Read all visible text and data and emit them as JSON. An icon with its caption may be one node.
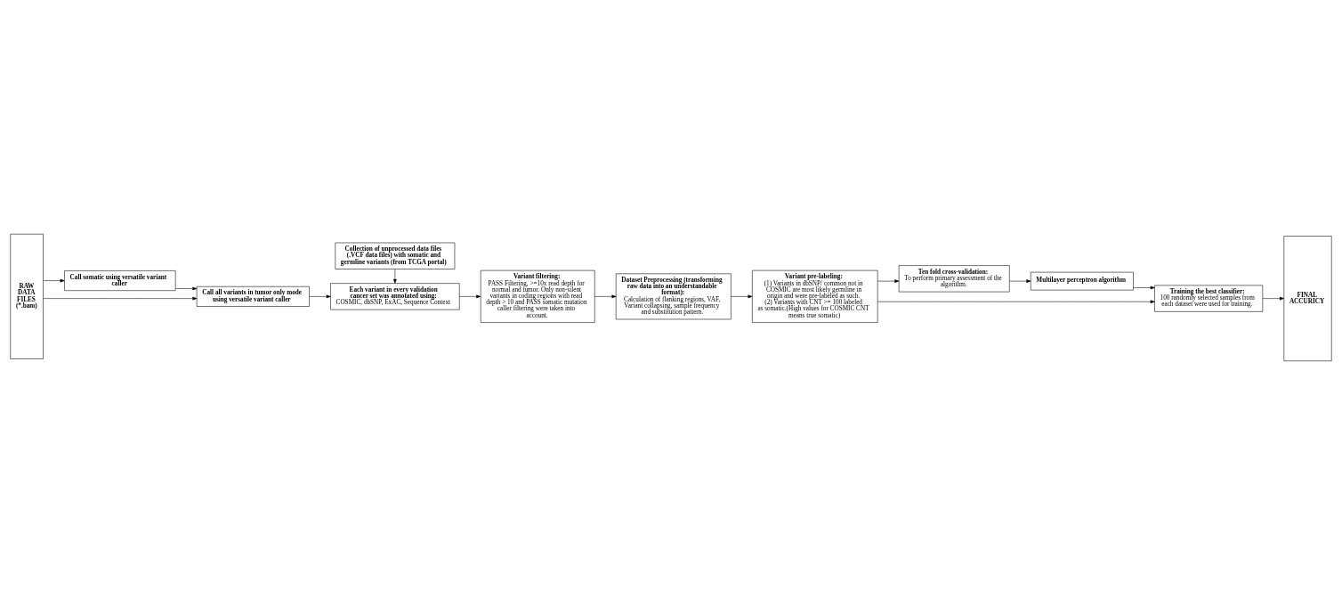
{
  "diagram": {
    "nodes": [
      {
        "text": [
          "RAW DATA FILES (*.bam)"
        ]
      },
      {
        "text": [
          "Collection of unprocessed data files (.VCF data files) with somatic and germline variants (from TCGA portal)"
        ]
      },
      {
        "text": [
          "Each variant in every validation cancer set was annotated using:",
          "COSMIC, dbSNP, ExAC, Sequence Context"
        ]
      },
      {
        "text": [
          "Variant filtering:",
          "PASS Filtering, >=10x read depth for normal and tumor. Only non-silent variants in coding regions with read depth > 10 and PASS somatic mutation caller filtering were taken into account."
        ]
      },
      {
        "text": [
          "Dataset Preprocessing (transforming raw data into an understandable format):",
          "Calculation of flanking regions, VAF, Variant collapsing, sample frequency and substitution pattern."
        ]
      },
      {
        "text": [
          "Variant pre-labeling:",
          "(1) Variants in dbSNP/ common not in COSMIC are most likely germline in origin and were pre-labeled as such. (2) Variants with CNT >= 100 labeled as somatic.(High values for COSMIC CNT means true somatic)"
        ]
      },
      {
        "text": [
          "Call somatic using versatile variant caller"
        ]
      },
      {
        "text": [
          "Ten fold cross-validation:",
          "To perform primary assessment of the algorithm."
        ]
      },
      {
        "text": [
          "Call all variants in tumor only mode using versatile variant caller"
        ]
      },
      {
        "text": [
          "Multilayer perceptron algorithm"
        ]
      },
      {
        "text": [
          "Training the best classifier:",
          "100 randomly selected samples from each dataset were used for training."
        ]
      },
      {
        "text": [
          "FINAL ACCURICY"
        ]
      }
    ],
    "edges": [
      {
        "from": 1,
        "to": 2,
        "arrow": "to"
      },
      {
        "from": 8,
        "to": 2,
        "arrow": "to"
      },
      {
        "from": 0,
        "to": 6,
        "arrow": "to"
      },
      {
        "from": 0,
        "to": 8,
        "arrow": "to"
      },
      {
        "from": 2,
        "to": 3,
        "arrow": "to"
      },
      {
        "from": 3,
        "to": 4,
        "arrow": "to"
      },
      {
        "from": 4,
        "to": 5,
        "arrow": "to"
      },
      {
        "from": 5,
        "to": 7,
        "arrow": "to"
      },
      {
        "from": 5,
        "to": 10,
        "arrow": "to"
      },
      {
        "from": 6,
        "to": 8,
        "arrow": "to"
      },
      {
        "from": 7,
        "to": 9,
        "arrow": "to"
      },
      {
        "from": 9,
        "to": 10,
        "arrow": "to"
      },
      {
        "from": 10,
        "to": 11,
        "arrow": "to"
      }
    ]
  }
}
